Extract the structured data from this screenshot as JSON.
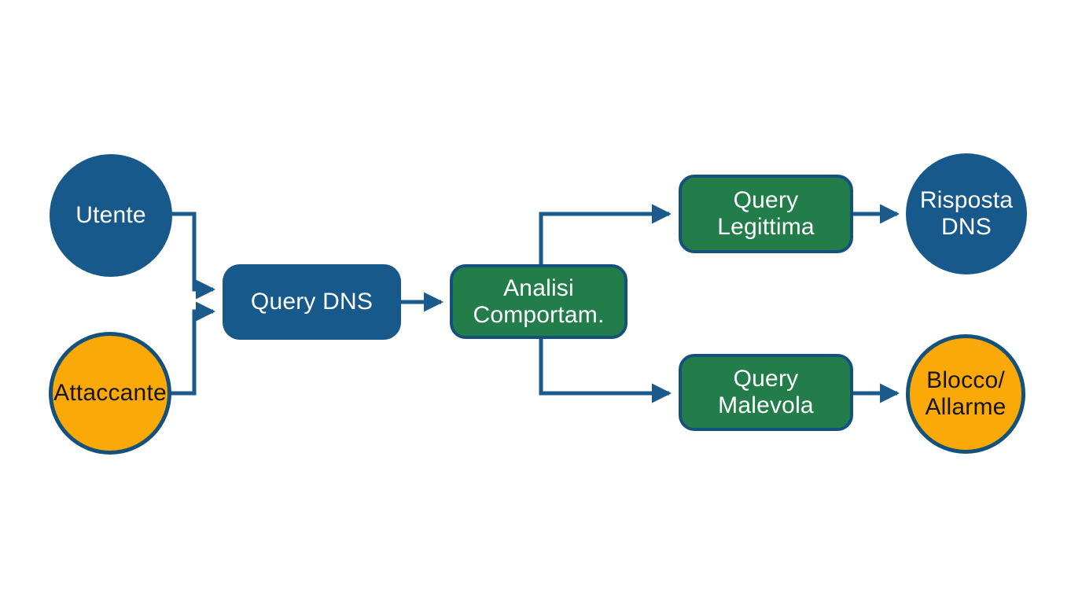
{
  "diagram": {
    "language": "it",
    "topic": "DNS query behavioral analysis flow",
    "colors": {
      "background": "#FFFFFF",
      "node_blue": "#17598A",
      "node_green": "#237D4B",
      "node_orange": "#FBA908",
      "outline_and_arrows": "#1A5A8C",
      "text_on_dark": "#FFFFFF",
      "text_on_orange": "#151515"
    },
    "nodes": {
      "utente": {
        "label": "Utente",
        "shape": "circle",
        "color": "#17598A"
      },
      "attaccante": {
        "label": "Attaccante",
        "shape": "circle",
        "color": "#FBA908"
      },
      "query_dns": {
        "label": "Query DNS",
        "shape": "rounded-rect",
        "color": "#17598A"
      },
      "analisi": {
        "line1": "Analisi",
        "line2": "Comportam.",
        "shape": "rounded-rect",
        "color": "#237D4B"
      },
      "query_legittima": {
        "line1": "Query",
        "line2": "Legittima",
        "shape": "rounded-rect",
        "color": "#237D4B"
      },
      "risposta_dns": {
        "line1": "Risposta",
        "line2": "DNS",
        "shape": "circle",
        "color": "#17598A"
      },
      "query_malevola": {
        "line1": "Query",
        "line2": "Malevola",
        "shape": "rounded-rect",
        "color": "#237D4B"
      },
      "blocco_allarme": {
        "line1": "Blocco/",
        "line2": "Allarme",
        "shape": "circle",
        "color": "#FBA908"
      }
    },
    "edges": [
      {
        "from": "utente",
        "to": "query_dns"
      },
      {
        "from": "attaccante",
        "to": "query_dns"
      },
      {
        "from": "query_dns",
        "to": "analisi"
      },
      {
        "from": "analisi",
        "to": "query_legittima"
      },
      {
        "from": "analisi",
        "to": "query_malevola"
      },
      {
        "from": "query_legittima",
        "to": "risposta_dns"
      },
      {
        "from": "query_malevola",
        "to": "blocco_allarme"
      }
    ]
  }
}
